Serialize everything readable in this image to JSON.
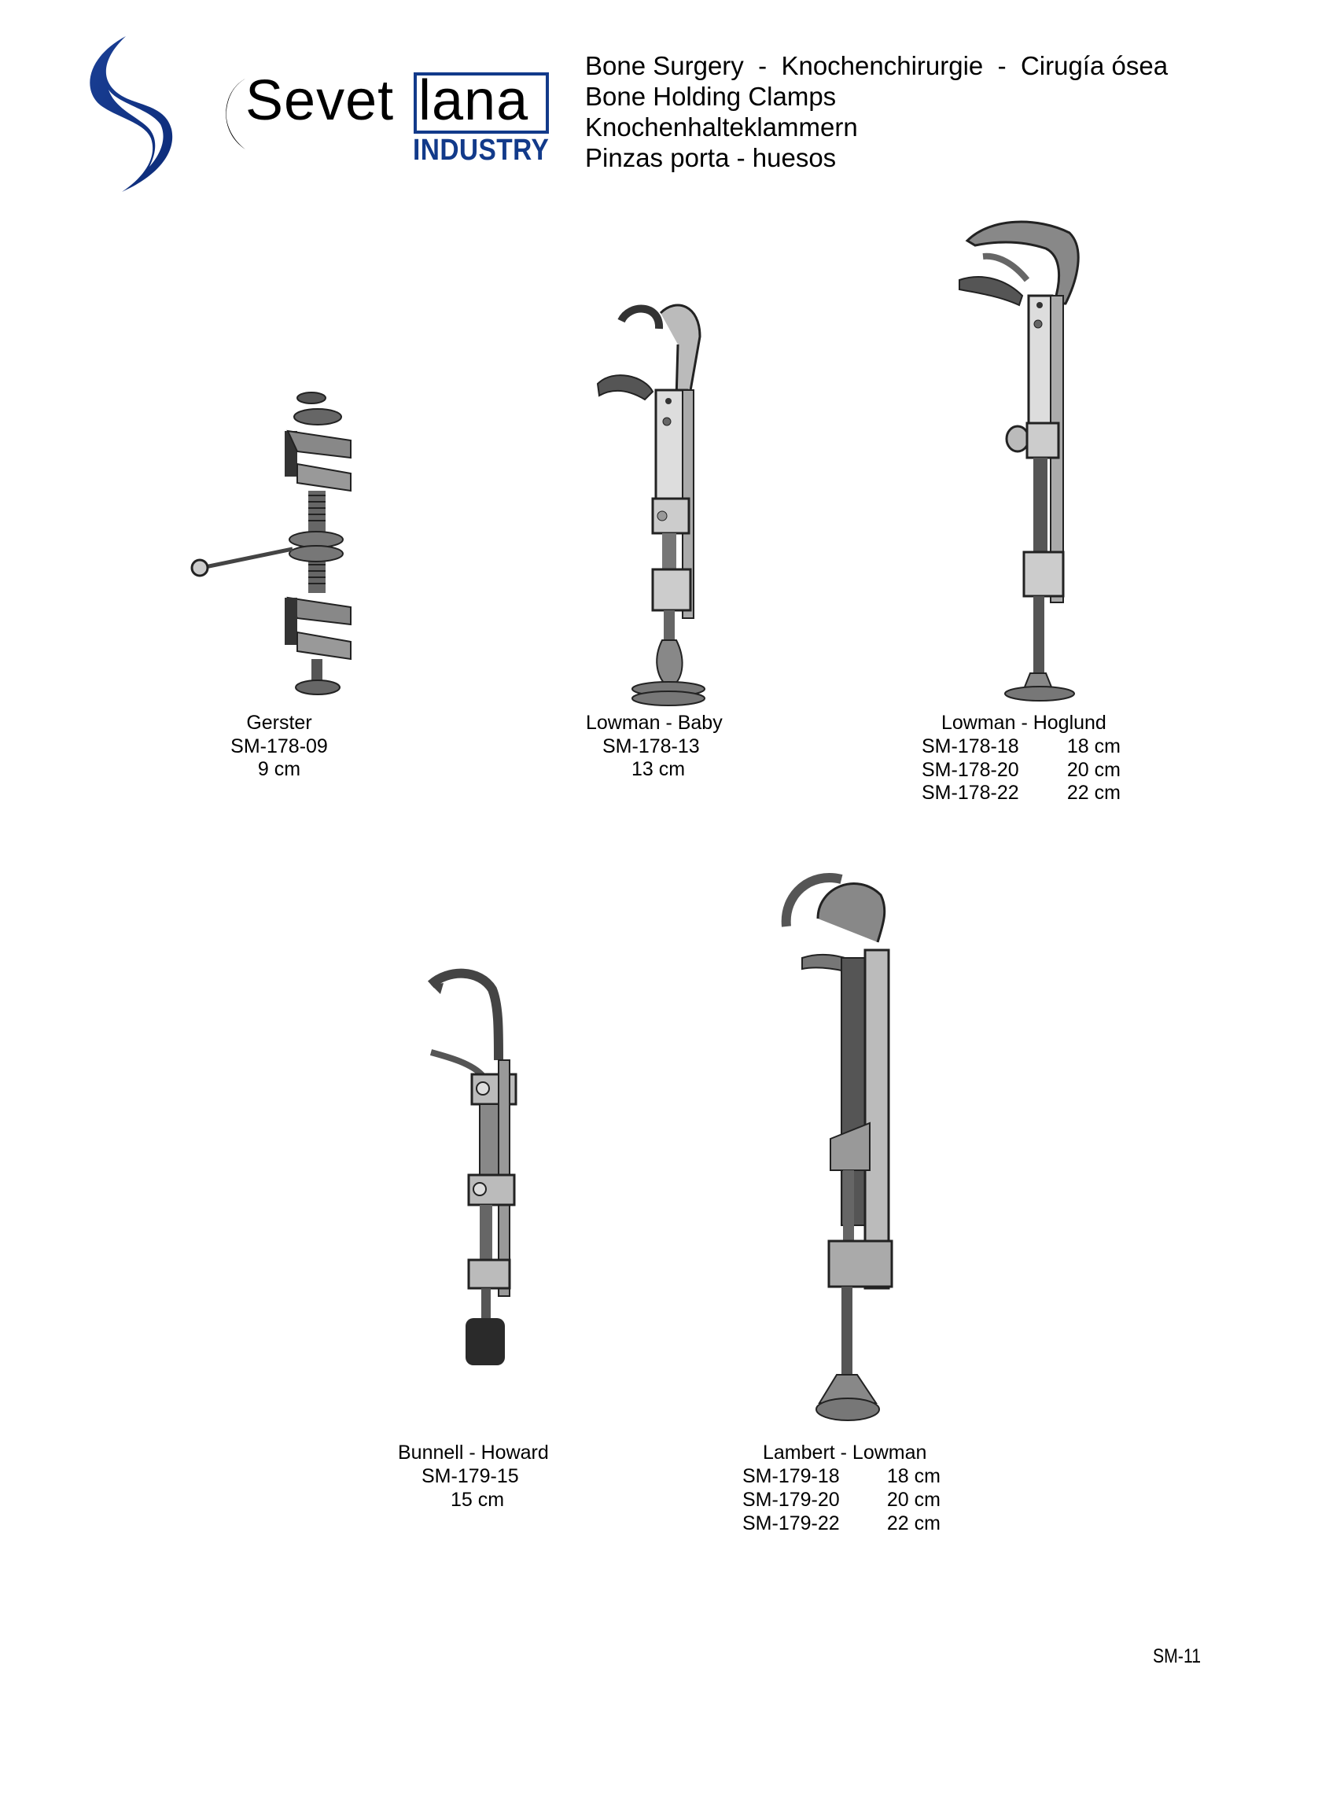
{
  "brand": {
    "name_part1": "Sevet",
    "name_part2": "lana",
    "subtitle": "INDUSTRY",
    "accent_color": "#123a8a",
    "logo_icon": "wave-s-logo-icon"
  },
  "header": {
    "line1": "Bone Surgery  -  Knochenchirurgie  -  Cirugía ósea",
    "line2": "Bone Holding Clamps",
    "line3": "Knochenhalteklammern",
    "line4": "Pinzas porta - huesos"
  },
  "products": [
    {
      "name": "Gerster",
      "variants": [
        {
          "code": "SM-178-09",
          "size": "9 cm"
        }
      ],
      "illustration": "gerster-clamp-illustration"
    },
    {
      "name": "Lowman - Baby",
      "variants": [
        {
          "code": "SM-178-13",
          "size": "13 cm"
        }
      ],
      "illustration": "lowman-baby-clamp-illustration"
    },
    {
      "name": "Lowman - Hoglund",
      "variants": [
        {
          "code": "SM-178-18",
          "size": "18 cm"
        },
        {
          "code": "SM-178-20",
          "size": "20 cm"
        },
        {
          "code": "SM-178-22",
          "size": "22 cm"
        }
      ],
      "illustration": "lowman-hoglund-clamp-illustration"
    },
    {
      "name": "Bunnell - Howard",
      "variants": [
        {
          "code": "SM-179-15",
          "size": "15 cm"
        }
      ],
      "illustration": "bunnell-howard-clamp-illustration"
    },
    {
      "name": "Lambert - Lowman",
      "variants": [
        {
          "code": "SM-179-18",
          "size": "18 cm"
        },
        {
          "code": "SM-179-20",
          "size": "20 cm"
        },
        {
          "code": "SM-179-22",
          "size": "22 cm"
        }
      ],
      "illustration": "lambert-lowman-clamp-illustration"
    }
  ],
  "footer": {
    "page_number": "SM-11"
  }
}
